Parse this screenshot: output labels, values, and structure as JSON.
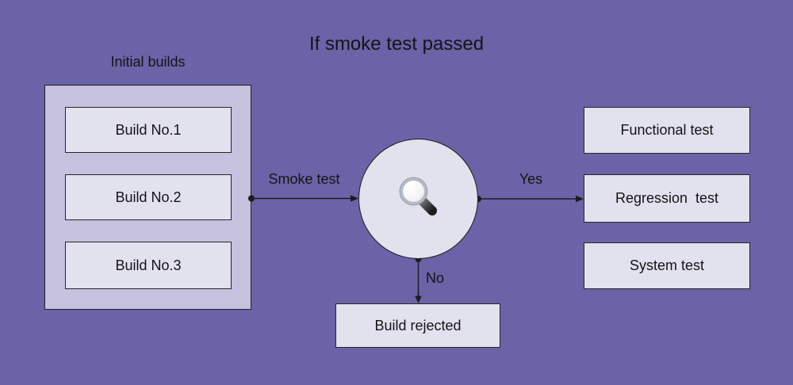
{
  "palette": {
    "background": "#6A63A8",
    "group_fill": "#C5C1DF",
    "node_fill": "#E2E1EE",
    "line_color": "#1c1c1c",
    "text_color": "#141414"
  },
  "title": "If smoke test passed",
  "initial_builds": {
    "label": "Initial builds",
    "items": [
      {
        "label": "Build No.1"
      },
      {
        "label": "Build No.2"
      },
      {
        "label": "Build No.3"
      }
    ]
  },
  "decision": {
    "icon": "magnifier-icon"
  },
  "edges": {
    "smoke_test": {
      "label": "Smoke test"
    },
    "yes": {
      "label": "Yes"
    },
    "no": {
      "label": "No"
    }
  },
  "outcomes": {
    "yes_items": [
      {
        "label": "Functional test"
      },
      {
        "label": "Regression  test"
      },
      {
        "label": "System test"
      }
    ],
    "no_item": {
      "label": "Build rejected"
    }
  }
}
